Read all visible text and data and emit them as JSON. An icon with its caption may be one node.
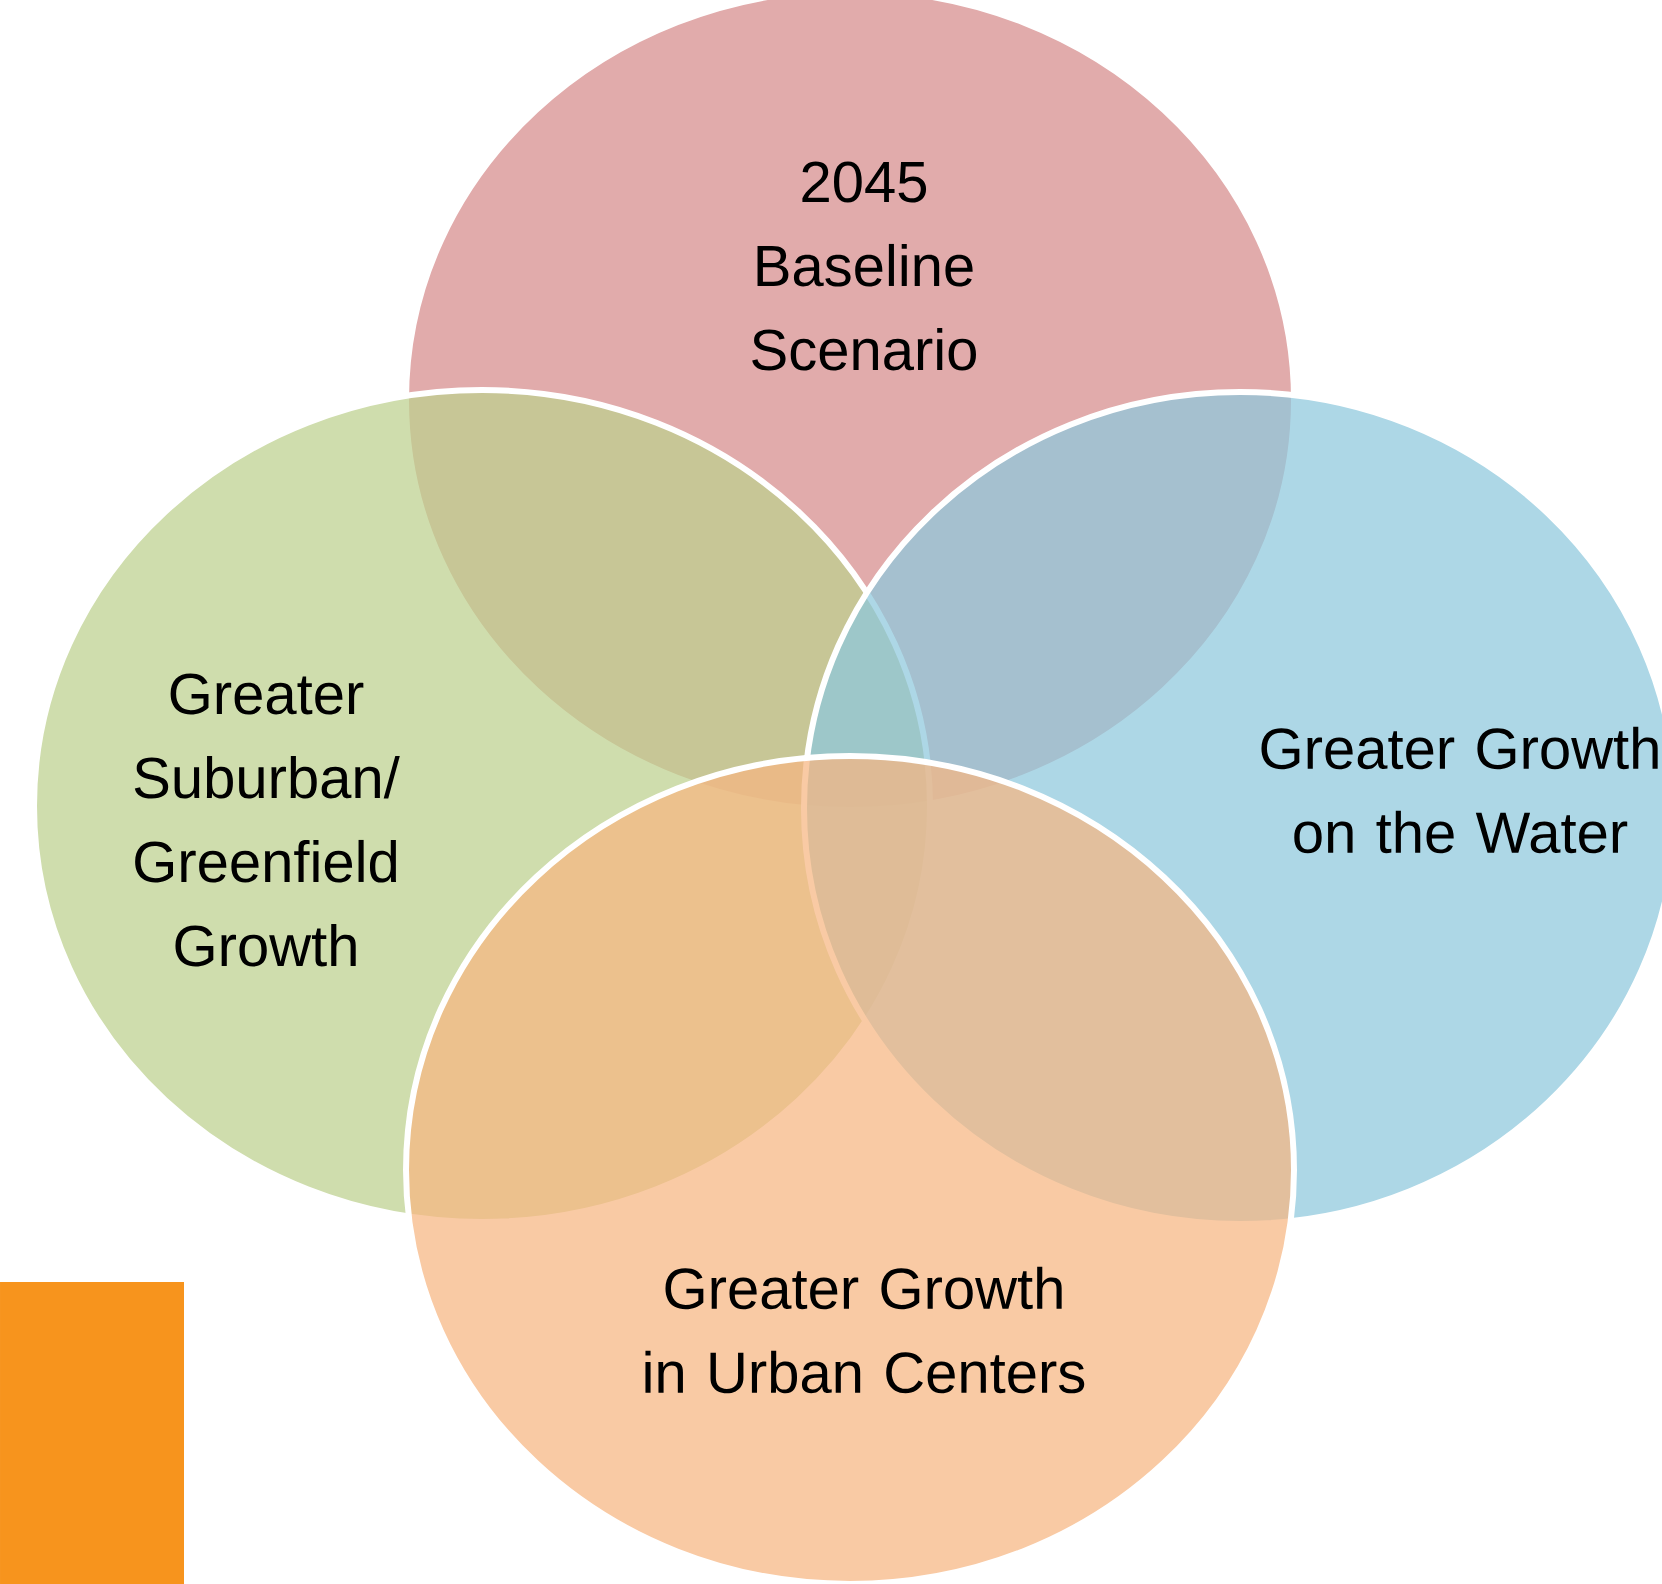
{
  "diagram": {
    "nodes": [
      {
        "text": [
          "2045 Baseline Scenario"
        ]
      },
      {
        "text": [
          "Greater Suburban/ Greenfield Growth"
        ]
      },
      {
        "text": [
          "Greater Growth on the Water"
        ]
      },
      {
        "text": [
          "Greater Growth in Urban Centers"
        ]
      }
    ],
    "edges": []
  }
}
